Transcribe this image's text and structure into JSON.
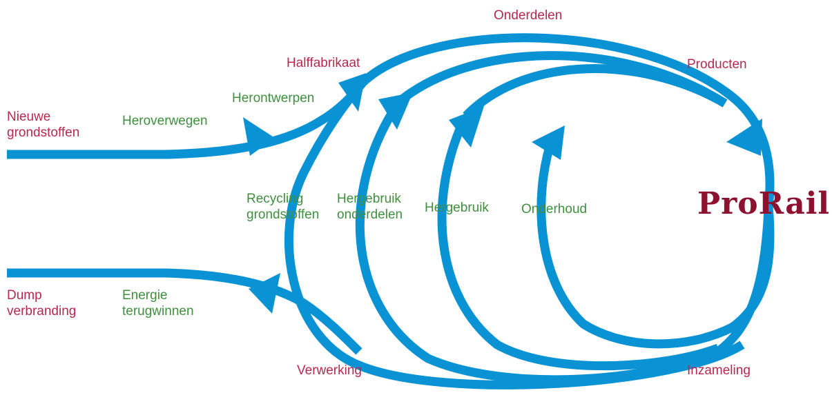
{
  "colors": {
    "flow": "#0a93d4",
    "red_label": "#b5294e",
    "green_label": "#3f8f3f",
    "logo": "#8c1230"
  },
  "labels": {
    "nieuwe_grondstoffen": "Nieuwe\ngrondstoffen",
    "heroverwegen": "Heroverwegen",
    "herontwerpen": "Herontwerpen",
    "halffabrikaat": "Halffabrikaat",
    "onderdelen": "Onderdelen",
    "producten": "Producten",
    "recycling_grondstoffen": "Recycling\ngrondstoffen",
    "hergebruik_onderdelen": "Hergebruik\nonderdelen",
    "hergebruik": "Hergebruik",
    "onderhoud": "Onderhoud",
    "dump_verbranding": "Dump\nverbranding",
    "energie_terugwinnen": "Energie\nterugwinnen",
    "verwerking": "Verwerking",
    "inzameling": "Inzameling"
  },
  "logo": {
    "text": "ProRail",
    "icon": "prorail-logo"
  }
}
